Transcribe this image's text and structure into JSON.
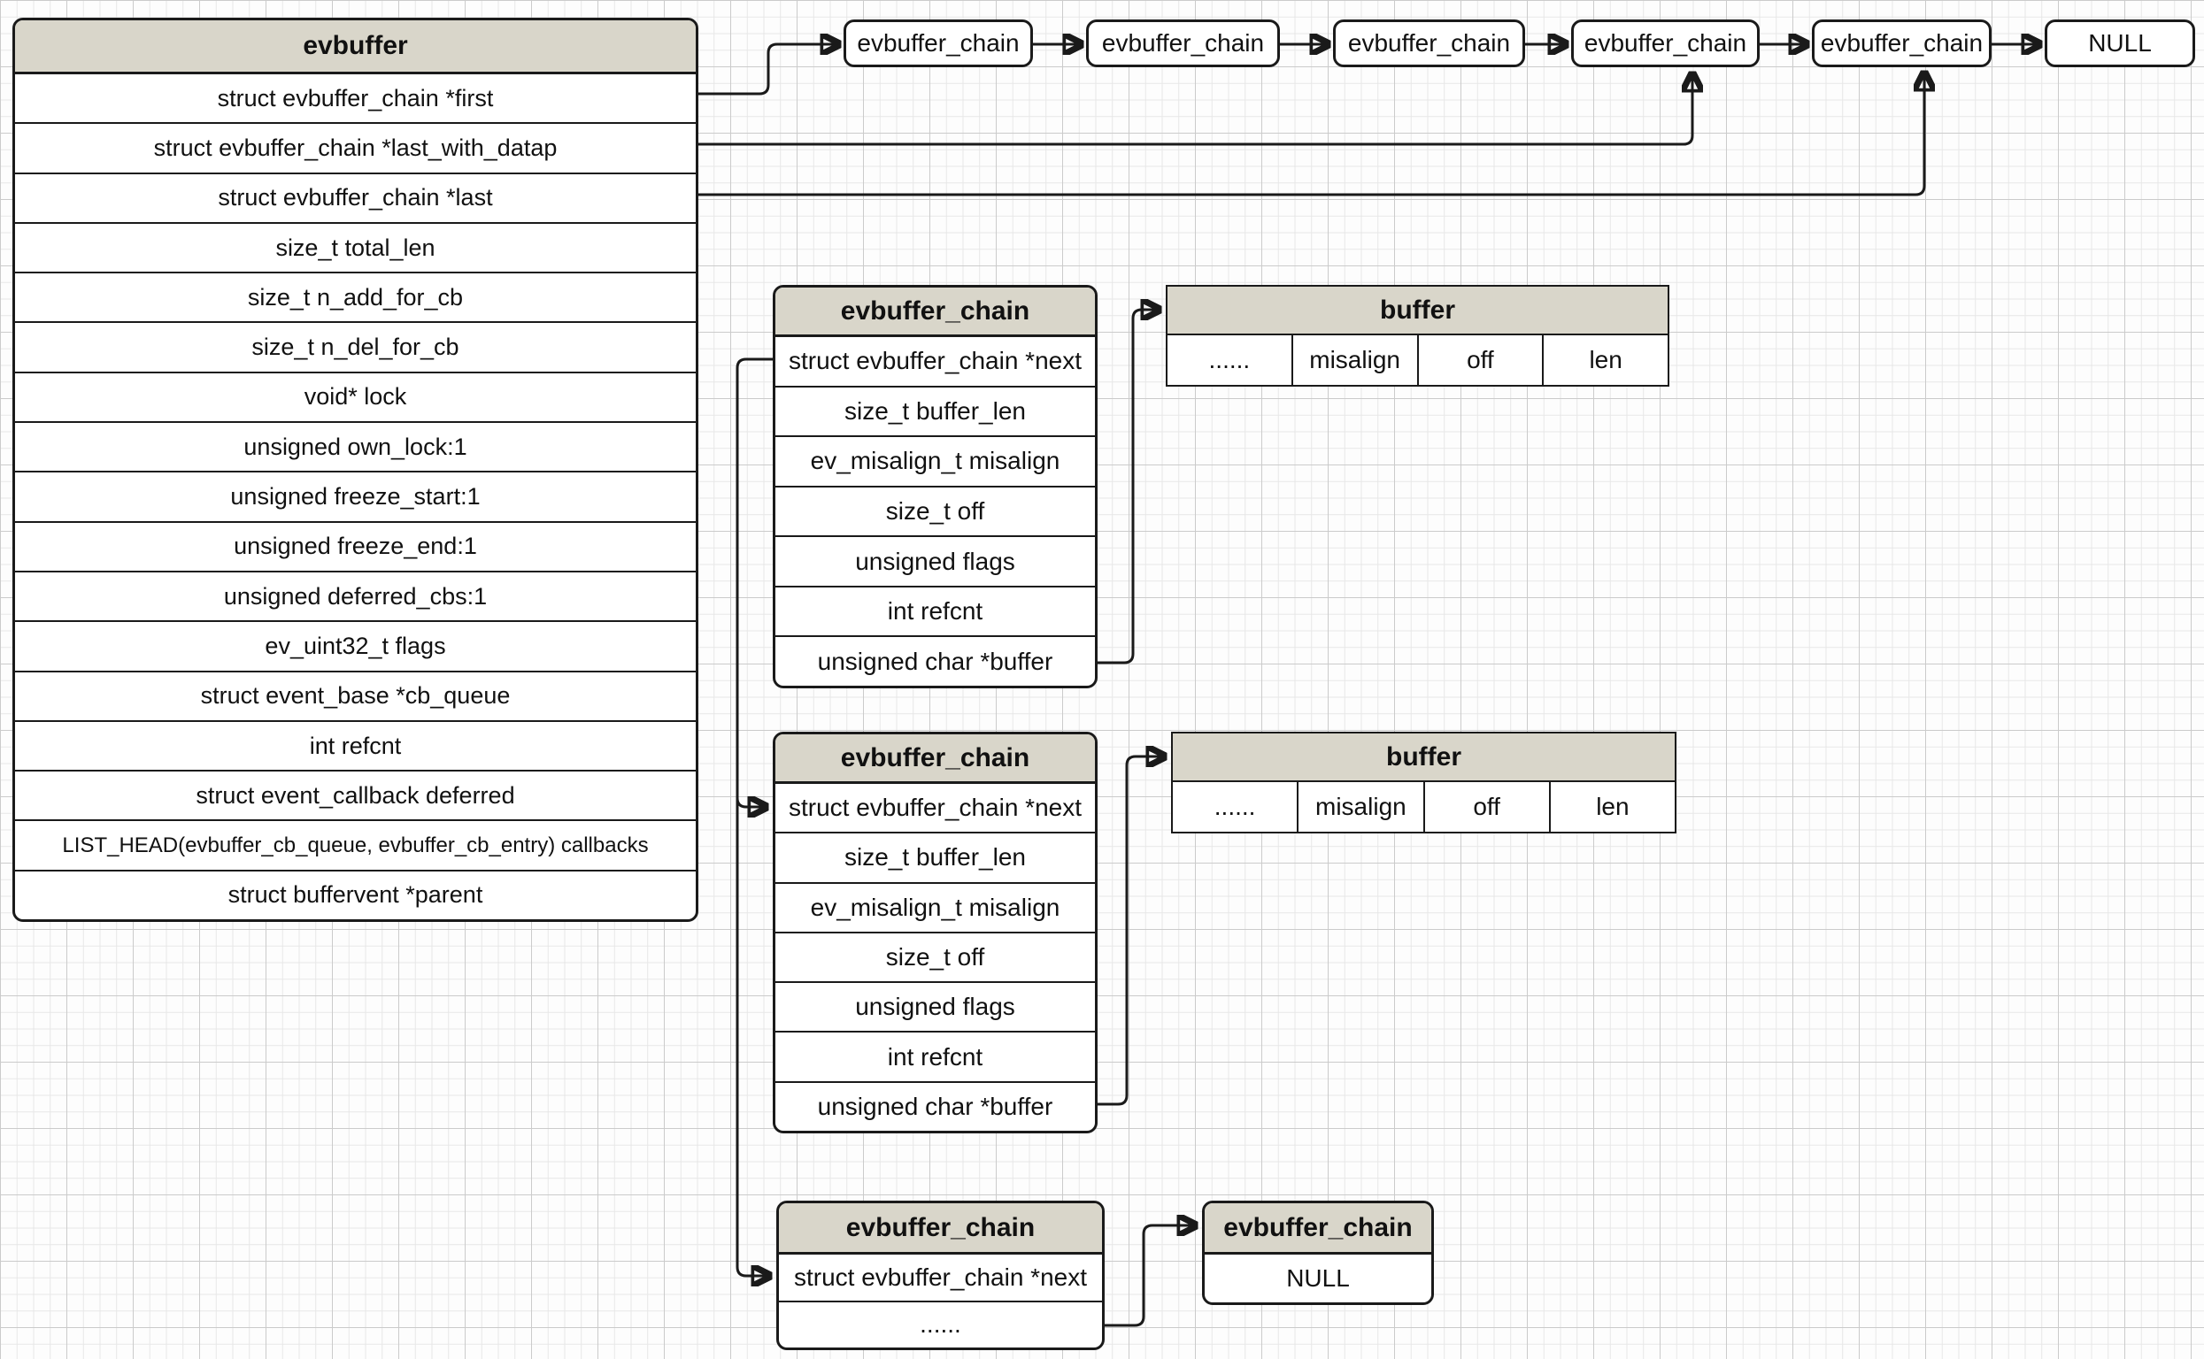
{
  "colors": {
    "header_fill": "#d9d6ca",
    "line": "#1a1a1a"
  },
  "evbuffer_table": {
    "title": "evbuffer",
    "rows": [
      "struct evbuffer_chain *first",
      "struct evbuffer_chain *last_with_datap",
      "struct evbuffer_chain *last",
      "size_t total_len",
      "size_t n_add_for_cb",
      "size_t n_del_for_cb",
      "void* lock",
      "unsigned own_lock:1",
      "unsigned freeze_start:1",
      "unsigned freeze_end:1",
      "unsigned deferred_cbs:1",
      "ev_uint32_t flags",
      "struct event_base *cb_queue",
      "int refcnt",
      "struct event_callback deferred",
      "LIST_HEAD(evbuffer_cb_queue, evbuffer_cb_entry) callbacks",
      "struct buffervent *parent"
    ]
  },
  "top_chain": {
    "nodes": [
      "evbuffer_chain",
      "evbuffer_chain",
      "evbuffer_chain",
      "evbuffer_chain",
      "evbuffer_chain"
    ],
    "terminator": "NULL"
  },
  "chain_table_1": {
    "title": "evbuffer_chain",
    "rows": [
      "struct evbuffer_chain *next",
      "size_t buffer_len",
      "ev_misalign_t misalign",
      "size_t off",
      "unsigned flags",
      "int refcnt",
      "unsigned char *buffer"
    ]
  },
  "buffer_table_1": {
    "title": "buffer",
    "cells": [
      "......",
      "misalign",
      "off",
      "len"
    ]
  },
  "chain_table_2": {
    "title": "evbuffer_chain",
    "rows": [
      "struct evbuffer_chain *next",
      "size_t buffer_len",
      "ev_misalign_t misalign",
      "size_t off",
      "unsigned flags",
      "int refcnt",
      "unsigned char *buffer"
    ]
  },
  "buffer_table_2": {
    "title": "buffer",
    "cells": [
      "......",
      "misalign",
      "off",
      "len"
    ]
  },
  "chain_table_3": {
    "title": "evbuffer_chain",
    "rows": [
      "struct evbuffer_chain *next",
      "......"
    ]
  },
  "terminal_node": {
    "title": "evbuffer_chain",
    "rows": [
      "NULL"
    ]
  }
}
